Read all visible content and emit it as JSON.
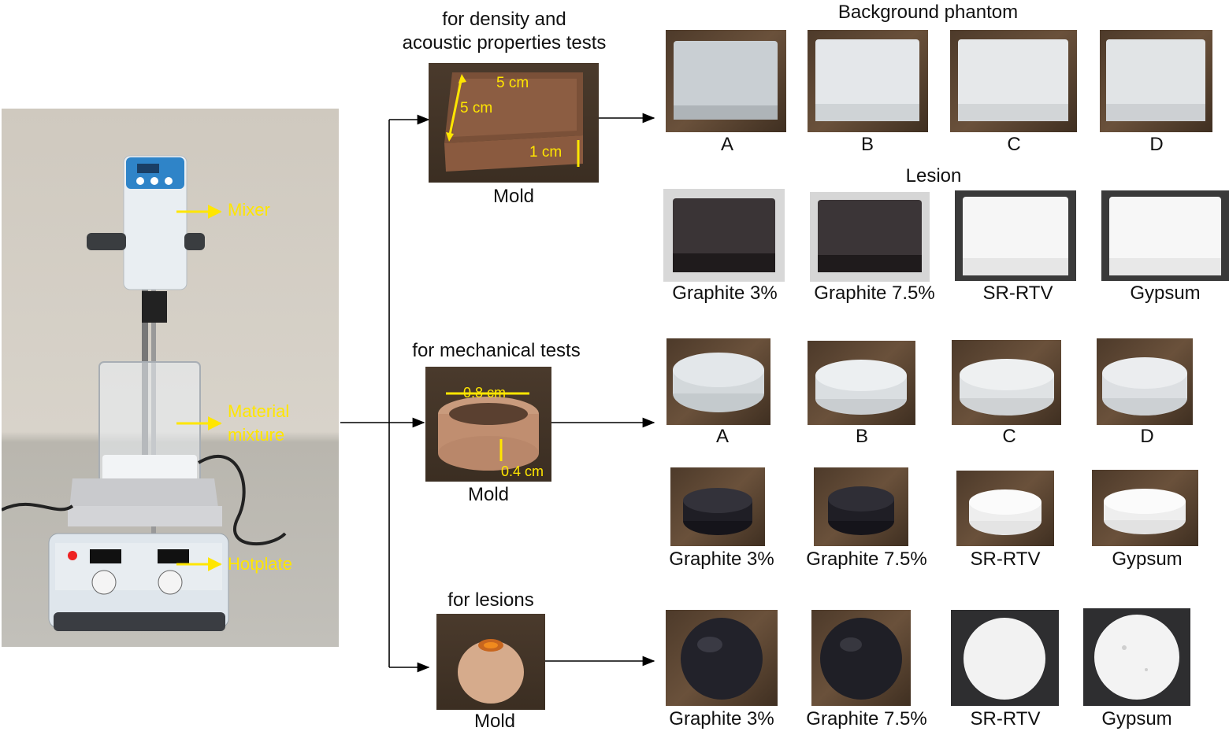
{
  "setup": {
    "mixer": "Mixer",
    "material_mixture_line1": "Material",
    "material_mixture_line2": "mixture",
    "hotplate": "Hotplate"
  },
  "mold_density": {
    "title_line1": "for density and",
    "title_line2": "acoustic properties tests",
    "dim_top": "5 cm",
    "dim_side": "5 cm",
    "dim_height": "1 cm",
    "caption": "Mold"
  },
  "mold_mechanical": {
    "title": "for mechanical tests",
    "dim_diameter": "0.8 cm",
    "dim_height": "0.4 cm",
    "caption": "Mold"
  },
  "mold_lesions": {
    "title": "for lesions",
    "caption": "Mold"
  },
  "sections": {
    "background_phantom": "Background phantom",
    "lesion": "Lesion"
  },
  "phantom_labels": [
    "A",
    "B",
    "C",
    "D"
  ],
  "lesion_labels": [
    "Graphite 3%",
    "Graphite 7.5%",
    "SR-RTV",
    "Gypsum"
  ]
}
